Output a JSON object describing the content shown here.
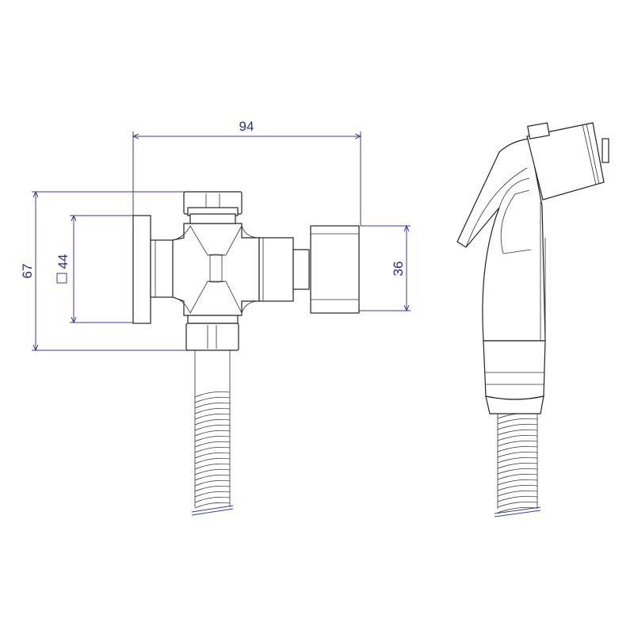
{
  "dimensions": {
    "width_total": "94",
    "height_total": "67",
    "flange_square": "44",
    "cap_height": "36"
  },
  "colors": {
    "dimension_lines": "#3b3b9e",
    "outline": "#222222"
  }
}
